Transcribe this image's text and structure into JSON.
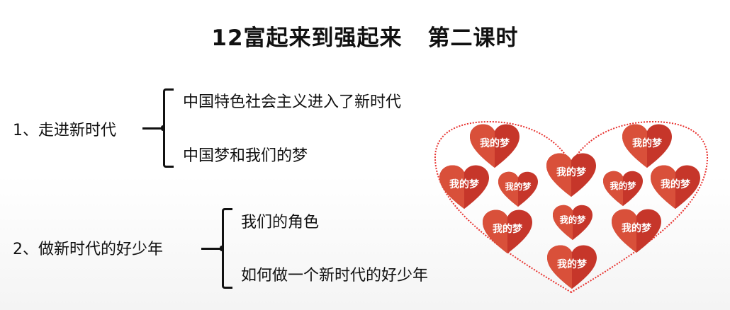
{
  "title": {
    "main": "12富起来到强起来",
    "sub": "第二课时"
  },
  "outline": [
    {
      "label": "1、走进新时代",
      "items": [
        "中国特色社会主义进入了新时代",
        "中国梦和我们的梦"
      ]
    },
    {
      "label": "2、做新时代的好少年",
      "items": [
        "我们的角色",
        "如何做一个新时代的好少年"
      ]
    }
  ],
  "hearts": {
    "labels": [
      "我的梦",
      "我的梦",
      "我的梦",
      "我的梦",
      "我的梦",
      "我的梦",
      "我的梦",
      "我的梦",
      "我的梦",
      "我的梦",
      "我的梦"
    ],
    "colors": {
      "light": "#d9503a",
      "dark": "#c6362a",
      "outline": "#e8322f"
    }
  }
}
